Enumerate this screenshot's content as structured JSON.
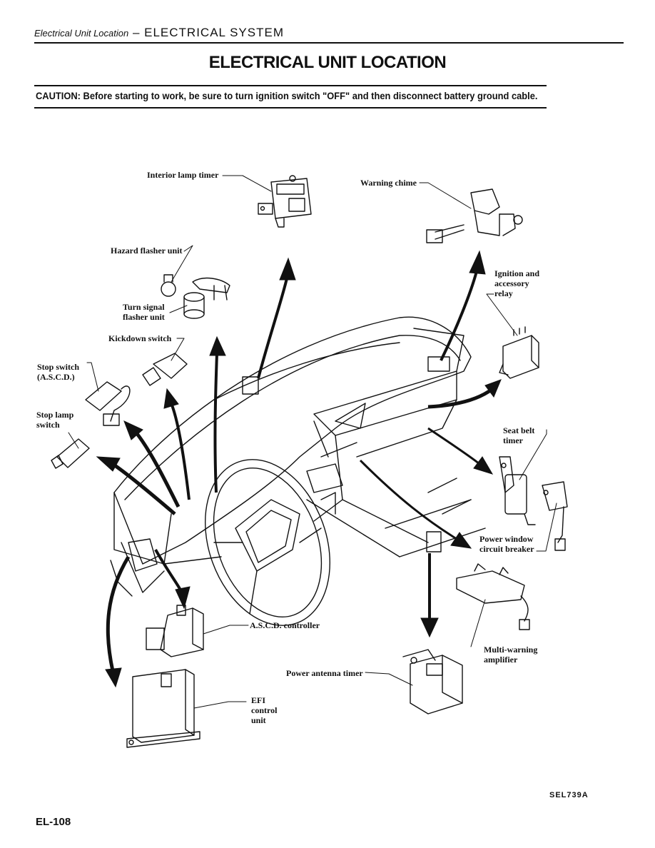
{
  "header": {
    "section": "Electrical Unit Location",
    "dash": " – ",
    "system": "ELECTRICAL SYSTEM"
  },
  "title": "ELECTRICAL UNIT LOCATION",
  "caution": "CAUTION: Before starting to work, be sure to turn ignition switch \"OFF\" and then disconnect battery ground cable.",
  "labels": {
    "interior_lamp_timer": "Interior lamp timer",
    "warning_chime": "Warning chime",
    "hazard_flasher_unit": "Hazard flasher unit",
    "ignition_relay": "Ignition and\naccessory\nrelay",
    "turn_signal_flasher": "Turn signal\nflasher unit",
    "kickdown_switch": "Kickdown switch",
    "stop_switch_ascd": "Stop switch\n(A.S.C.D.)",
    "stop_lamp_switch": "Stop lamp\nswitch",
    "seat_belt_timer": "Seat belt\ntimer",
    "power_window_breaker": "Power window\ncircuit breaker",
    "ascd_controller": "A.S.C.D. controller",
    "multi_warning_amplifier": "Multi-warning\namplifier",
    "power_antenna_timer": "Power antenna timer",
    "efi_control_unit": "EFI\ncontrol\nunit"
  },
  "figure_code": "SEL739A",
  "page_number": "EL-108"
}
